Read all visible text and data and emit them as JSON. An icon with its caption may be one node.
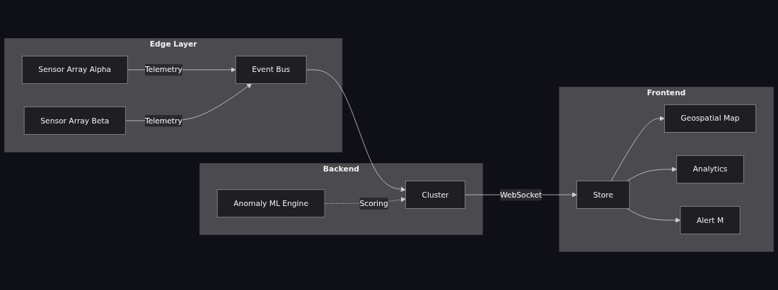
{
  "diagram": {
    "nodes": [
      {
        "text": [
          "Edge Layer"
        ]
      },
      {
        "text": [
          "Sensor Array Alpha"
        ],
        "in": 0
      },
      {
        "text": [
          "Sensor Array Beta"
        ],
        "in": 0
      },
      {
        "text": [
          "Event Bus"
        ],
        "in": 0
      },
      {
        "text": [
          "Backend"
        ]
      },
      {
        "text": [
          "Anomaly ML Engine"
        ],
        "in": 4
      },
      {
        "text": [
          "Cluster"
        ],
        "in": 4
      },
      {
        "text": [
          "Frontend"
        ]
      },
      {
        "text": [
          "Store"
        ],
        "in": 7
      },
      {
        "text": [
          "Geospatial Map"
        ],
        "in": 7
      },
      {
        "text": [
          "Analytics"
        ],
        "in": 7
      },
      {
        "text": [
          "Alert M"
        ],
        "in": 7
      }
    ],
    "edges": [
      {
        "from": 1,
        "to": 3,
        "arrow": "to",
        "label": "Telemetry"
      },
      {
        "from": 2,
        "to": 3,
        "arrow": "to",
        "label": "Telemetry"
      },
      {
        "from": 3,
        "to": 6,
        "arrow": "to"
      },
      {
        "from": 5,
        "to": 6,
        "arrow": "to",
        "label": "Scoring",
        "style": "dashed"
      },
      {
        "from": 6,
        "to": 8,
        "arrow": "to",
        "label": "WebSocket"
      },
      {
        "from": 8,
        "to": 9,
        "arrow": "to"
      },
      {
        "from": 8,
        "to": 10,
        "arrow": "to"
      },
      {
        "from": 8,
        "to": 11,
        "arrow": "to"
      }
    ]
  }
}
